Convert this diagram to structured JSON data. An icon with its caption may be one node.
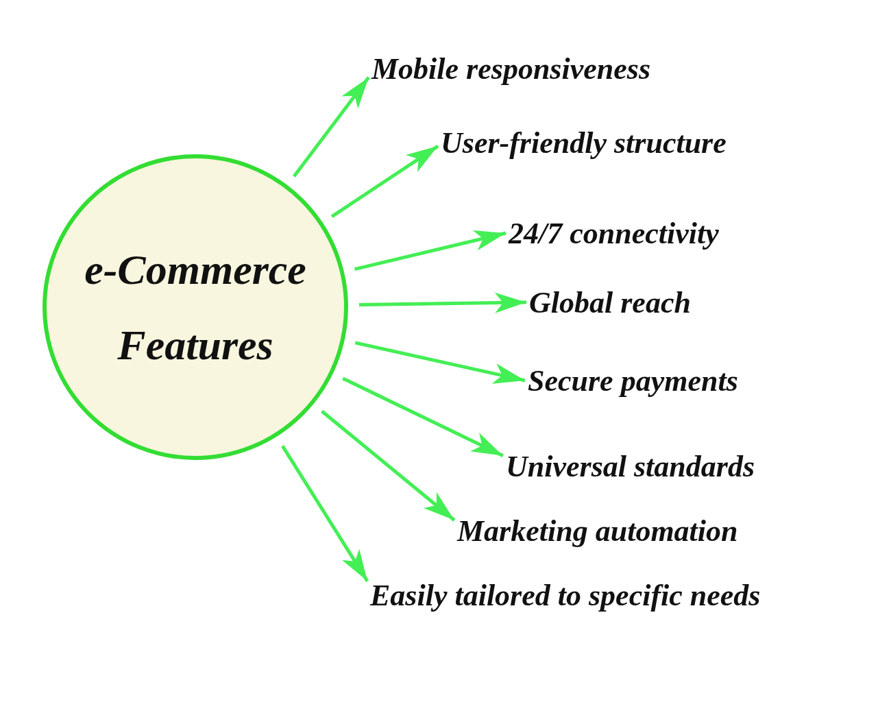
{
  "diagram": {
    "nodes": [
      {
        "text": [
          "e-Commerce Features"
        ]
      },
      {
        "text": [
          "Mobile responsiveness"
        ]
      },
      {
        "text": [
          "User-friendly structure"
        ]
      },
      {
        "text": [
          "24/7 connectivity"
        ]
      },
      {
        "text": [
          "Global reach"
        ]
      },
      {
        "text": [
          "Secure payments"
        ]
      },
      {
        "text": [
          "Universal standards"
        ]
      },
      {
        "text": [
          "Marketing automation"
        ]
      },
      {
        "text": [
          "Easily tailored to specific needs"
        ]
      }
    ],
    "edges": [
      {
        "from": 0,
        "to": 1,
        "arrow": "to"
      },
      {
        "from": 0,
        "to": 2,
        "arrow": "to"
      },
      {
        "from": 0,
        "to": 3,
        "arrow": "to"
      },
      {
        "from": 0,
        "to": 4,
        "arrow": "to"
      },
      {
        "from": 0,
        "to": 5,
        "arrow": "to"
      },
      {
        "from": 0,
        "to": 6,
        "arrow": "to"
      },
      {
        "from": 0,
        "to": 7,
        "arrow": "to"
      },
      {
        "from": 0,
        "to": 8,
        "arrow": "to"
      }
    ]
  }
}
